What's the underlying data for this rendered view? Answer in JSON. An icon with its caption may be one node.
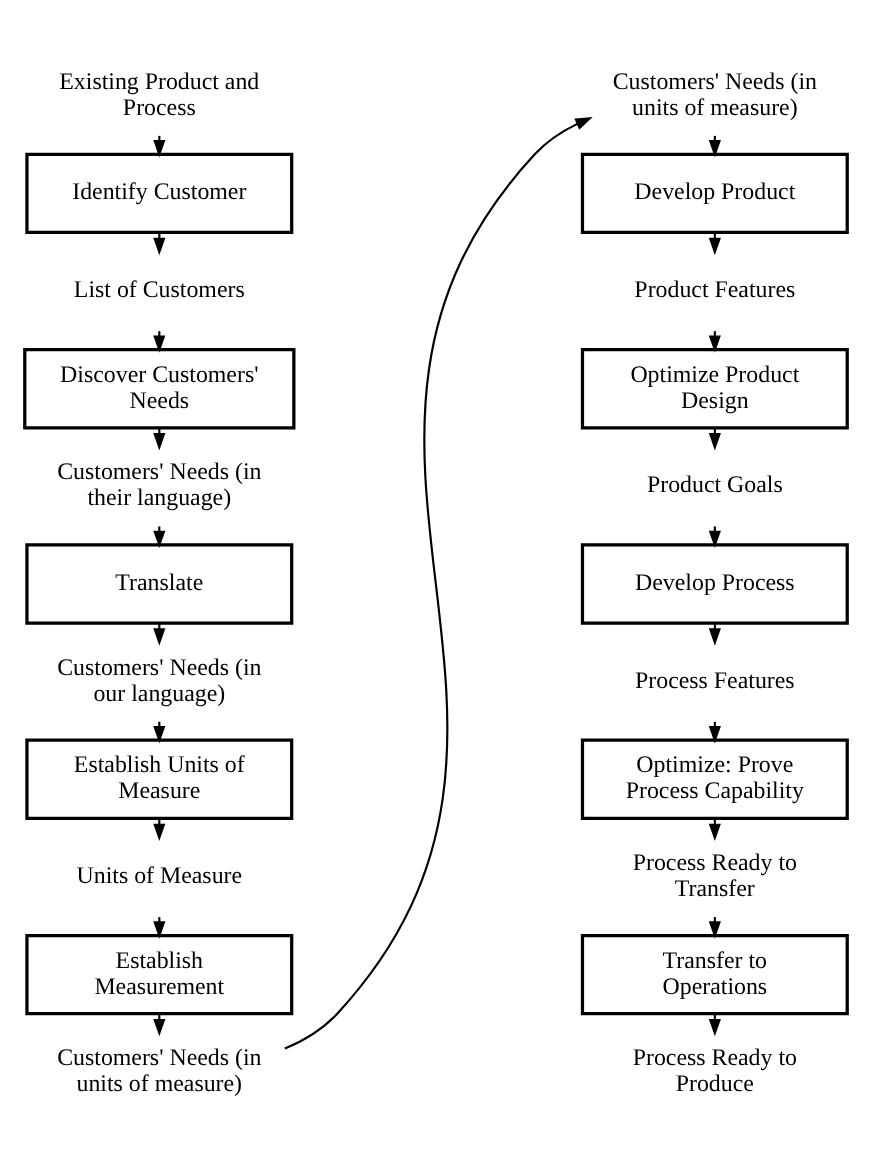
{
  "diagram": {
    "nodes": [
      {
        "text": [
          "Existing Product and Process"
        ]
      },
      {
        "text": [
          "Identify Customer"
        ]
      },
      {
        "text": [
          "List of Customers"
        ]
      },
      {
        "text": [
          "Discover Customers' Needs"
        ]
      },
      {
        "text": [
          "Customers' Needs (in their language)"
        ]
      },
      {
        "text": [
          "Translate"
        ]
      },
      {
        "text": [
          "Customers' Needs (in our language)"
        ]
      },
      {
        "text": [
          "Establish Units of Measure"
        ]
      },
      {
        "text": [
          "Units of Measure"
        ]
      },
      {
        "text": [
          "Establish Measurement"
        ]
      },
      {
        "text": [
          "Customers' Needs (in units of measure)"
        ]
      },
      {
        "text": [
          "Customers' Needs (in units of measure)"
        ]
      },
      {
        "text": [
          "Develop Product"
        ]
      },
      {
        "text": [
          "Product Features"
        ]
      },
      {
        "text": [
          "Optimize Product Design"
        ]
      },
      {
        "text": [
          "Product Goals"
        ]
      },
      {
        "text": [
          "Develop Process"
        ]
      },
      {
        "text": [
          "Process Features"
        ]
      },
      {
        "text": [
          "Optimize: Prove Process Capability"
        ]
      },
      {
        "text": [
          "Process Ready to Transfer"
        ]
      },
      {
        "text": [
          "Transfer to Operations"
        ]
      },
      {
        "text": [
          "Process Ready to Produce"
        ]
      }
    ],
    "edges": [
      {
        "from": 0,
        "to": 1,
        "arrow": "to"
      },
      {
        "from": 1,
        "to": 2,
        "arrow": "to"
      },
      {
        "from": 2,
        "to": 3,
        "arrow": "to"
      },
      {
        "from": 3,
        "to": 4,
        "arrow": "to"
      },
      {
        "from": 4,
        "to": 5,
        "arrow": "to"
      },
      {
        "from": 5,
        "to": 6,
        "arrow": "to"
      },
      {
        "from": 6,
        "to": 7,
        "arrow": "to"
      },
      {
        "from": 7,
        "to": 8,
        "arrow": "to"
      },
      {
        "from": 8,
        "to": 9,
        "arrow": "to"
      },
      {
        "from": 9,
        "to": 10,
        "arrow": "to"
      },
      {
        "from": 10,
        "to": 11,
        "arrow": "to"
      },
      {
        "from": 11,
        "to": 12,
        "arrow": "to"
      },
      {
        "from": 12,
        "to": 13,
        "arrow": "to"
      },
      {
        "from": 13,
        "to": 14,
        "arrow": "to"
      },
      {
        "from": 14,
        "to": 15,
        "arrow": "to"
      },
      {
        "from": 15,
        "to": 16,
        "arrow": "to"
      },
      {
        "from": 16,
        "to": 17,
        "arrow": "to"
      },
      {
        "from": 17,
        "to": 18,
        "arrow": "to"
      },
      {
        "from": 18,
        "to": 19,
        "arrow": "to"
      },
      {
        "from": 19,
        "to": 20,
        "arrow": "to"
      },
      {
        "from": 20,
        "to": 21,
        "arrow": "to"
      }
    ]
  }
}
